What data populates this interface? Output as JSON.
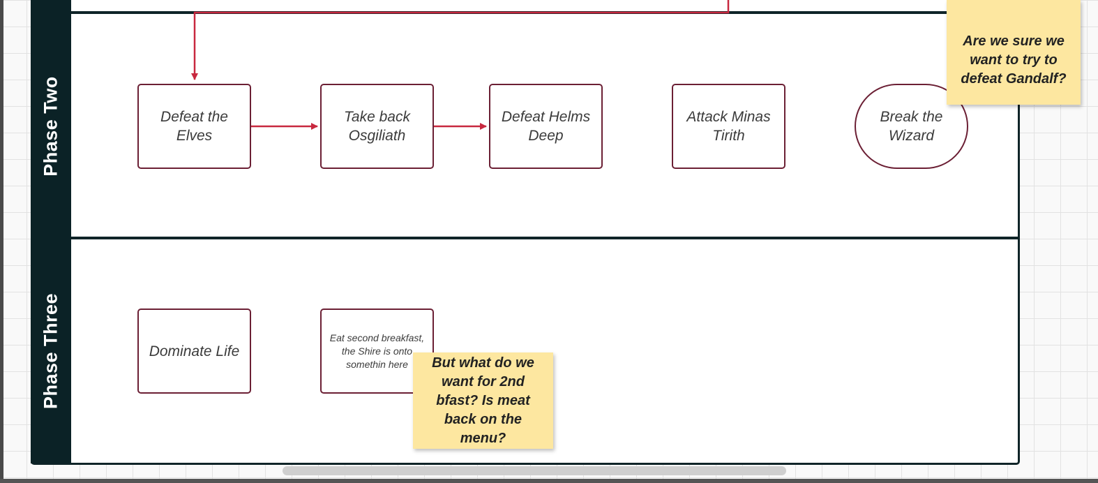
{
  "colors": {
    "lane_header": "#0b2226",
    "node_border": "#6b1f34",
    "connector": "#c8283f",
    "sticky": "#fde7a0"
  },
  "lanes": [
    {
      "title": "Phase Two"
    },
    {
      "title": "Phase Three"
    }
  ],
  "nodes": {
    "defeat_elves": "Defeat the Elves",
    "take_back_osgiliath": "Take back Osgiliath",
    "defeat_helms_deep": "Defeat Helms Deep",
    "attack_minas_tirith": "Attack Minas Tirith",
    "break_wizard": "Break the Wizard",
    "dominate_life": "Dominate Life",
    "second_breakfast": "Eat second breakfast, the Shire is onto somethin here"
  },
  "sticky_notes": {
    "gandalf": "Are we sure we want to try to defeat Gandalf?",
    "bfast": "But what do we want for 2nd bfast? Is meat back on the menu?"
  }
}
